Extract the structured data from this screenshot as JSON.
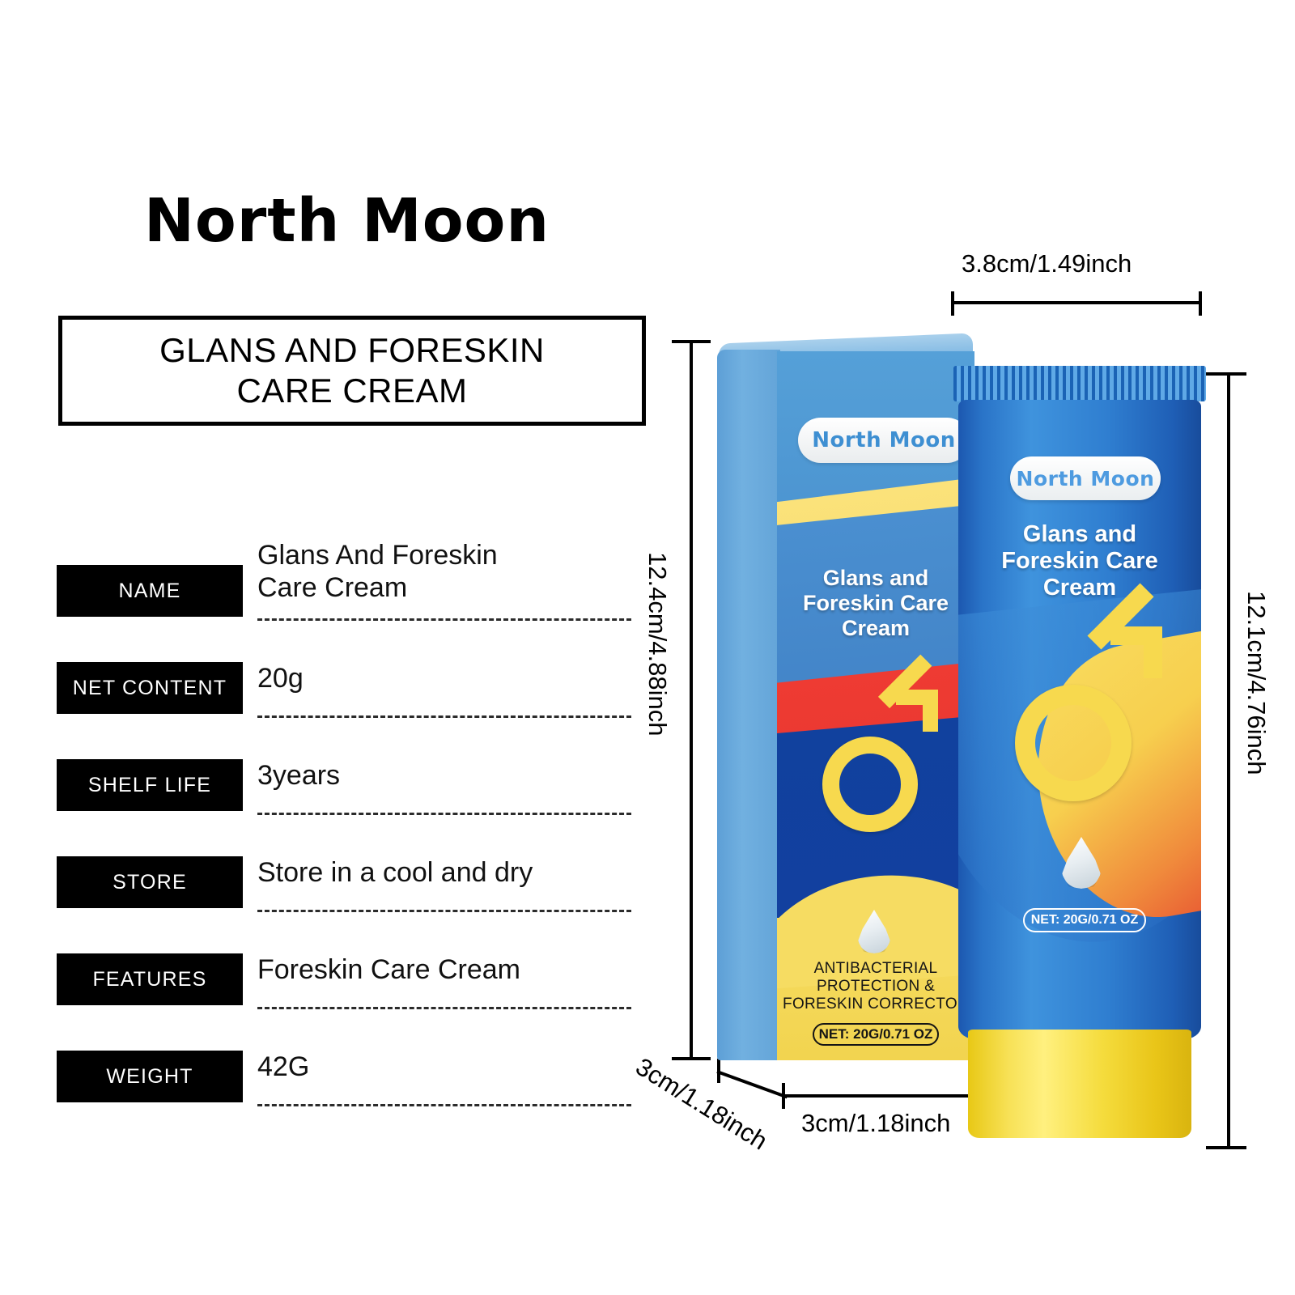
{
  "brand": "North Moon",
  "title_box": {
    "line1": "GLANS AND FORESKIN",
    "line2": "CARE CREAM"
  },
  "spec_table": {
    "rows": [
      {
        "key": "NAME",
        "value": "Glans And Foreskin\nCare Cream"
      },
      {
        "key": "NET  CONTENT",
        "value": "20g"
      },
      {
        "key": "SHELF LIFE",
        "value": "3years"
      },
      {
        "key": "STORE",
        "value": "Store in a cool and dry"
      },
      {
        "key": "FEATURES",
        "value": "Foreskin Care Cream"
      },
      {
        "key": "WEIGHT",
        "value": "42G"
      }
    ]
  },
  "dimensions": {
    "box_width_top": "3.8cm/1.49inch",
    "box_height_left": "12.4cm/4.88inch",
    "tube_height_right": "12.1cm/4.76inch",
    "box_depth": "3cm/1.18inch",
    "box_width_bottom": "3cm/1.18inch"
  },
  "carton": {
    "brand_pill": "North Moon",
    "product_title": "Glans and\nForeskin Care\nCream",
    "claims": "ANTIBACTERIAL\nPROTECTION &\nFORESKIN CORRECTOR",
    "net": "NET: 20G/0.71 OZ"
  },
  "tube": {
    "brand_pill": "North Moon",
    "product_title": "Glans and\nForeskin Care\nCream",
    "net": "NET: 20G/0.71 OZ"
  },
  "colors": {
    "carton_light_blue": "#4b97d4",
    "carton_navy": "#11419e",
    "carton_red": "#ee3b33",
    "carton_yellow": "#f6dc62",
    "tube_blue": "#2a74c8",
    "accent_yellow": "#f7d94e",
    "black": "#000000"
  }
}
